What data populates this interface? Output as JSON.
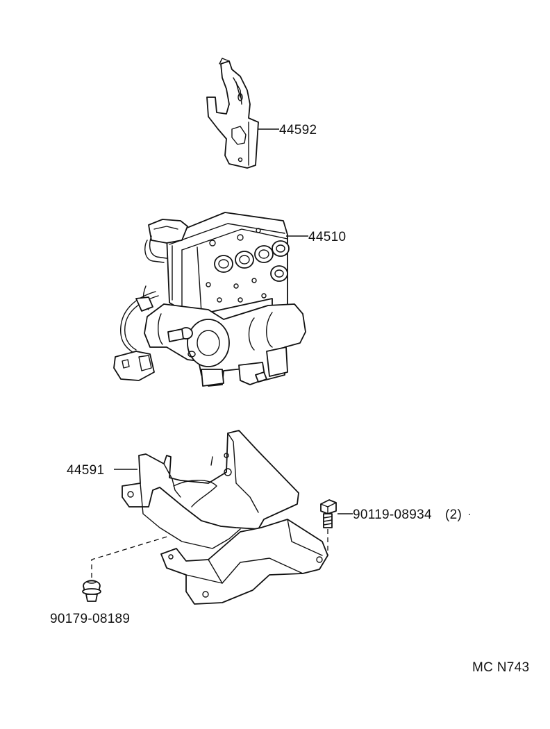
{
  "parts": {
    "bracket_upper": "44592",
    "actuator": "44510",
    "bracket_lower": "44591",
    "bolt": "90119-08934",
    "bolt_qty": "(2)",
    "grommet": "90179-08189"
  },
  "diagram_code": "MC N743"
}
